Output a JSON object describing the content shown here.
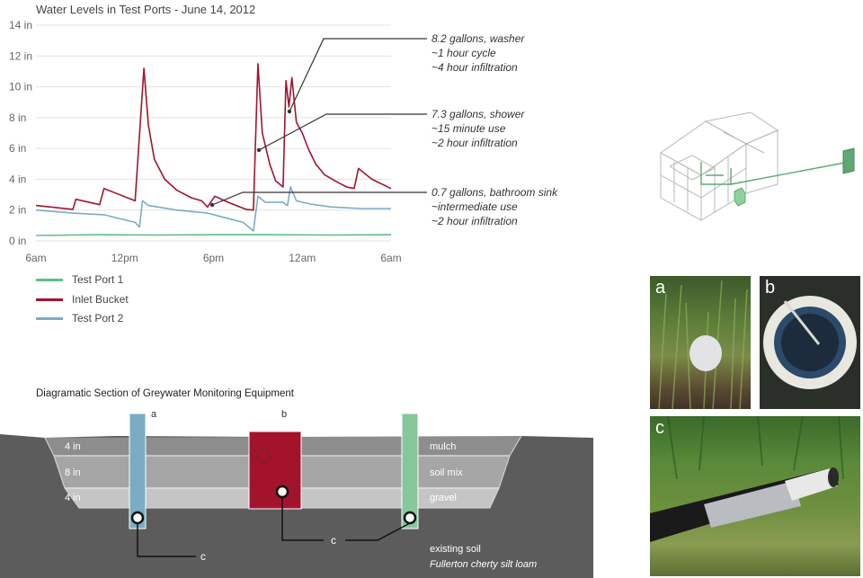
{
  "chart_data": {
    "type": "line",
    "title": "Water Levels in Test Ports - June 14, 2012",
    "x_ticks": [
      "6am",
      "12pm",
      "6pm",
      "12am",
      "6am"
    ],
    "y_ticks": [
      "0 in",
      "2 in",
      "4 in",
      "6 in",
      "8 in",
      "10 in",
      "12 in",
      "14 in"
    ],
    "ylim": [
      0,
      14
    ],
    "x_unit": "hours since 6am",
    "xlim": [
      0,
      24
    ],
    "grid": true,
    "series": [
      {
        "name": "Test Port 1",
        "color": "#5fbf85",
        "points": [
          [
            0,
            0.35
          ],
          [
            4,
            0.4
          ],
          [
            8,
            0.38
          ],
          [
            12,
            0.4
          ],
          [
            16,
            0.4
          ],
          [
            20,
            0.38
          ],
          [
            24,
            0.4
          ]
        ]
      },
      {
        "name": "Inlet Bucket",
        "color": "#a3142c",
        "points": [
          [
            0,
            2.3
          ],
          [
            2.5,
            2.05
          ],
          [
            2.7,
            2.7
          ],
          [
            4.3,
            2.35
          ],
          [
            4.6,
            3.4
          ],
          [
            6.7,
            2.6
          ],
          [
            7.3,
            11.2
          ],
          [
            7.6,
            7.5
          ],
          [
            8,
            5.3
          ],
          [
            8.7,
            4.0
          ],
          [
            9.5,
            3.3
          ],
          [
            10.5,
            2.8
          ],
          [
            11.2,
            2.6
          ],
          [
            11.6,
            2.2
          ],
          [
            11.8,
            2.5
          ],
          [
            12.1,
            2.9
          ],
          [
            13,
            2.5
          ],
          [
            14.2,
            2.05
          ],
          [
            14.7,
            2.0
          ],
          [
            15,
            11.5
          ],
          [
            15.3,
            7.0
          ],
          [
            15.8,
            5.0
          ],
          [
            16.2,
            3.9
          ],
          [
            16.7,
            3.5
          ],
          [
            16.9,
            10.4
          ],
          [
            17.1,
            8.7
          ],
          [
            17.3,
            10.6
          ],
          [
            17.6,
            7.7
          ],
          [
            18,
            7.0
          ],
          [
            18.4,
            6.0
          ],
          [
            18.9,
            5.0
          ],
          [
            19.5,
            4.3
          ],
          [
            20.2,
            3.9
          ],
          [
            21,
            3.5
          ],
          [
            21.5,
            3.4
          ],
          [
            21.8,
            4.7
          ],
          [
            22.7,
            4.0
          ],
          [
            24,
            3.4
          ]
        ]
      },
      {
        "name": "Test Port 2",
        "color": "#7aadc3",
        "points": [
          [
            0,
            2.0
          ],
          [
            2.5,
            1.8
          ],
          [
            4.6,
            1.7
          ],
          [
            6.7,
            1.2
          ],
          [
            7.0,
            0.9
          ],
          [
            7.2,
            2.6
          ],
          [
            7.6,
            2.3
          ],
          [
            9.5,
            2.0
          ],
          [
            11.6,
            1.8
          ],
          [
            14,
            1.2
          ],
          [
            14.7,
            0.65
          ],
          [
            15,
            2.9
          ],
          [
            15.5,
            2.5
          ],
          [
            16.7,
            2.5
          ],
          [
            17.0,
            2.3
          ],
          [
            17.2,
            3.5
          ],
          [
            17.6,
            2.6
          ],
          [
            18.5,
            2.4
          ],
          [
            20,
            2.2
          ],
          [
            22,
            2.1
          ],
          [
            24,
            2.1
          ]
        ]
      }
    ],
    "annotations": [
      {
        "lines": [
          "8.2 gallons, washer",
          "~1 hour cycle",
          "~4 hour infiltration"
        ]
      },
      {
        "lines": [
          "7.3 gallons, shower",
          "~15 minute use",
          "~2 hour infiltration"
        ]
      },
      {
        "lines": [
          "0.7 gallons, bathroom sink",
          "~intermediate use",
          "~2 hour infiltration"
        ]
      }
    ]
  },
  "section": {
    "title": "Diagramatic Section of Greywater Monitoring Equipment",
    "layer_depths": [
      "4 in",
      "8 in",
      "4 in"
    ],
    "layer_names": [
      "mulch",
      "soil mix",
      "gravel"
    ],
    "labels": {
      "a": "a",
      "b": "b",
      "c": "c"
    },
    "existing_soil": "existing soil",
    "soil_type": "Fullerton cherty silt loam",
    "colors": {
      "port_a": "#7aadc3",
      "bucket_b": "#a3142c",
      "port_c": "#86c79b"
    }
  },
  "photos": [
    {
      "label": "a"
    },
    {
      "label": "b"
    },
    {
      "label": "c"
    }
  ]
}
